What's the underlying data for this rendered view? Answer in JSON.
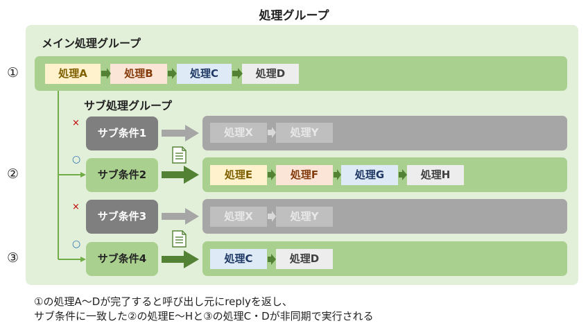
{
  "title": "処理グループ",
  "main_group": {
    "label": "メイン処理グループ",
    "marker": "①",
    "steps": [
      "処理A",
      "処理B",
      "処理C",
      "処理D"
    ]
  },
  "sub_group": {
    "label": "サブ処理グループ",
    "conditions": [
      {
        "label": "サブ条件1",
        "mark": "×",
        "active": false,
        "steps": [
          "処理X",
          "処理Y"
        ]
      },
      {
        "label": "サブ条件2",
        "mark": "○",
        "active": true,
        "marker": "②",
        "steps": [
          "処理E",
          "処理F",
          "処理G",
          "処理H"
        ]
      },
      {
        "label": "サブ条件3",
        "mark": "×",
        "active": false,
        "steps": [
          "処理X",
          "処理Y"
        ]
      },
      {
        "label": "サブ条件4",
        "mark": "○",
        "active": true,
        "marker": "③",
        "steps": [
          "処理C",
          "処理D"
        ]
      }
    ]
  },
  "footnote": {
    "line1": "①の処理A～Dが完了すると呼び出し元にreplyを返し、",
    "line2": "サブ条件に一致した②の処理E～Hと③の処理C・Dが非同期で実行される"
  },
  "icons": [
    "document-icon",
    "document-icon"
  ],
  "colors": {
    "outer_bg": "#e2efd9",
    "green_bar": "#a9d08e",
    "gray_bar": "#a6a6a6",
    "arrow_green": "#548235",
    "arrow_gray": "#a6a6a6",
    "cross_mark": "#c00000",
    "circle_mark": "#2e75b6"
  }
}
